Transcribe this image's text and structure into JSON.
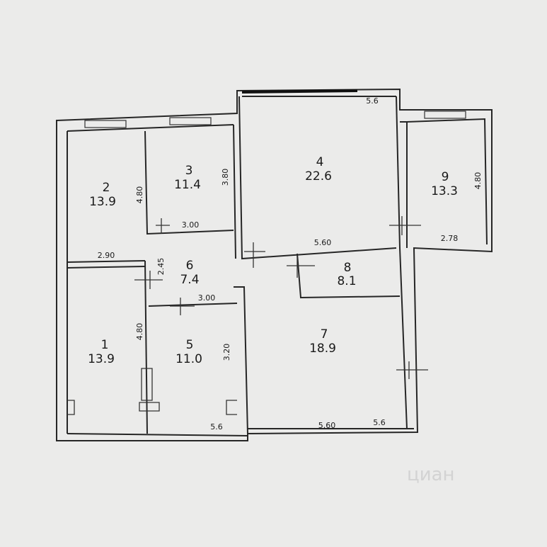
{
  "rooms": [
    {
      "number": "1",
      "area": "13.9"
    },
    {
      "number": "2",
      "area": "13.9"
    },
    {
      "number": "3",
      "area": "11.4"
    },
    {
      "number": "4",
      "area": "22.6"
    },
    {
      "number": "5",
      "area": "11.0"
    },
    {
      "number": "6",
      "area": "7.4"
    },
    {
      "number": "7",
      "area": "18.9"
    },
    {
      "number": "8",
      "area": "8.1"
    },
    {
      "number": "9",
      "area": "13.3"
    }
  ],
  "dimensions": {
    "room2_height": "4.80",
    "room2_width": "2.90",
    "room3_height": "3.80",
    "room3_width": "3.00",
    "room4_width": "5.60",
    "room4_top": "5.6",
    "room6_height": "2.45",
    "room5_width": "3.00",
    "room1_height": "4.80",
    "room5_height": "3.20",
    "bottom_left": "5.6",
    "room7_width": "5.60",
    "bottom_right": "5.6",
    "room9_height": "4.80",
    "room9_width": "2.78"
  },
  "watermark": "циан"
}
